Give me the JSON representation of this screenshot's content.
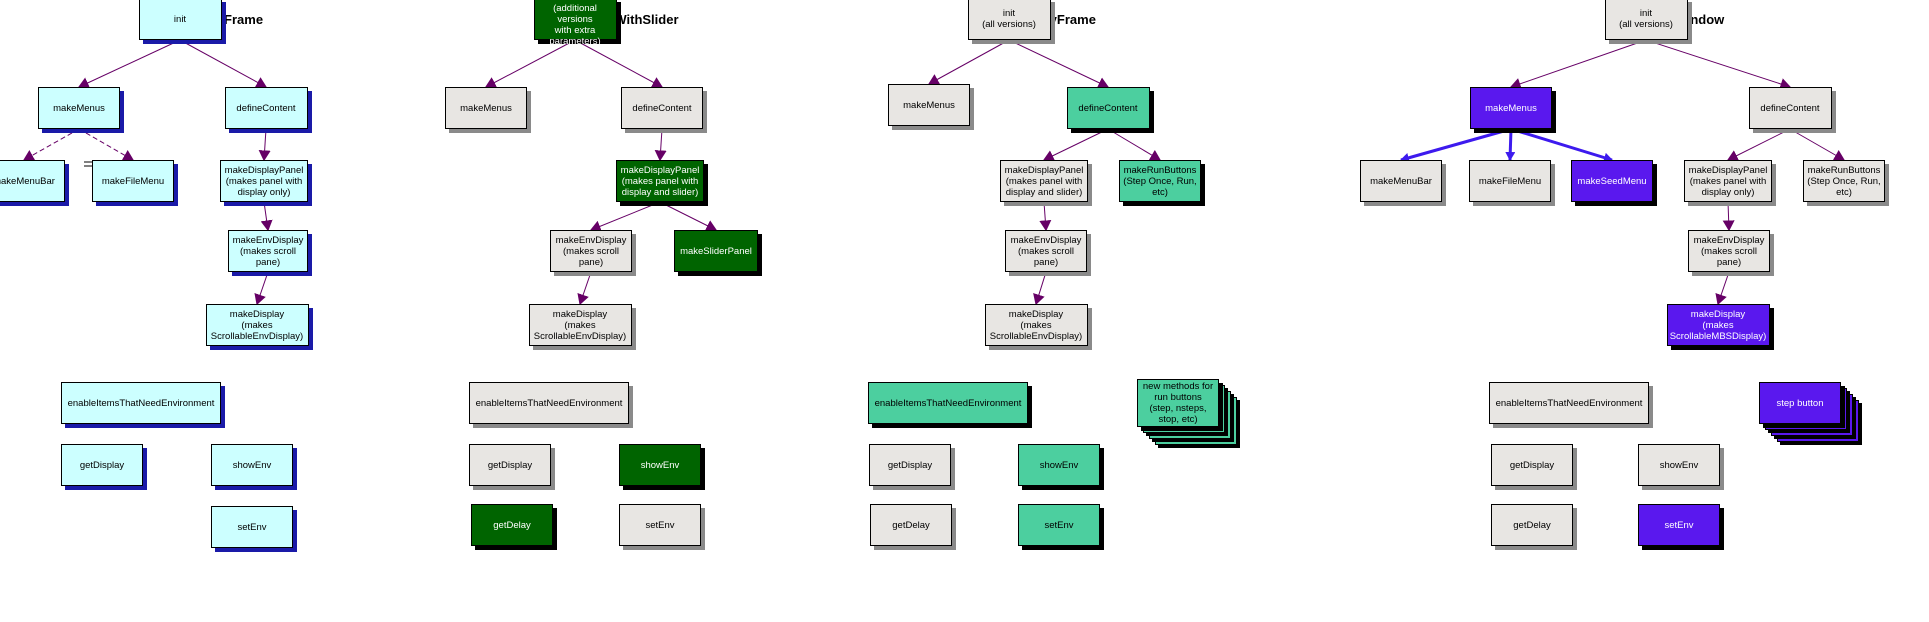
{
  "colors": {
    "light_cyan": "#ccffff",
    "gray": "#e8e6e3",
    "dark_green": "#006400",
    "teal": "#4ccf9f",
    "violet": "#5a18ee",
    "shadow_blue": "#1a1aa8",
    "shadow_gray": "#8a8a8a",
    "edge_purple": "#660066",
    "edge_blue": "#3d1aee"
  },
  "panels": [
    {
      "title": "EnvAppFrame",
      "nodes": [
        {
          "id": "init",
          "label": "init",
          "style": "light_cyan"
        },
        {
          "id": "makeMenus",
          "label": "makeMenus",
          "style": "light_cyan"
        },
        {
          "id": "defineContent",
          "label": "defineContent",
          "style": "light_cyan"
        },
        {
          "id": "makeMenuBar",
          "label": "makeMenuBar",
          "style": "light_cyan"
        },
        {
          "id": "makeFileMenu",
          "label": "makeFileMenu",
          "style": "light_cyan"
        },
        {
          "id": "makeDisplayPanel",
          "label": "makeDisplayPanel\n(makes panel with\ndisplay only)",
          "style": "light_cyan"
        },
        {
          "id": "makeEnvDisplay",
          "label": "makeEnvDisplay\n(makes scroll\npane)",
          "style": "light_cyan"
        },
        {
          "id": "makeDisplay",
          "label": "makeDisplay\n(makes\nScrollableEnvDisplay)",
          "style": "light_cyan"
        },
        {
          "id": "enableItems",
          "label": "enableItemsThatNeedEnvironment",
          "style": "light_cyan"
        },
        {
          "id": "getDisplay",
          "label": "getDisplay",
          "style": "light_cyan"
        },
        {
          "id": "showEnv",
          "label": "showEnv",
          "style": "light_cyan"
        },
        {
          "id": "setEnv",
          "label": "setEnv",
          "style": "light_cyan"
        }
      ]
    },
    {
      "title": "EnvFrameWithSlider",
      "nodes": [
        {
          "id": "init",
          "label": "init\n(additional versions\nwith extra\nparameters)",
          "style": "dark_green"
        },
        {
          "id": "makeMenus",
          "label": "makeMenus",
          "style": "gray"
        },
        {
          "id": "defineContent",
          "label": "defineContent",
          "style": "gray"
        },
        {
          "id": "makeDisplayPanel",
          "label": "makeDisplayPanel\n(makes panel with\ndisplay and slider)",
          "style": "dark_green"
        },
        {
          "id": "makeEnvDisplay",
          "label": "makeEnvDisplay\n(makes scroll\npane)",
          "style": "gray"
        },
        {
          "id": "makeSliderPanel",
          "label": "makeSliderPanel",
          "style": "dark_green"
        },
        {
          "id": "makeDisplay",
          "label": "makeDisplay\n(makes\nScrollableEnvDisplay)",
          "style": "gray"
        },
        {
          "id": "enableItems",
          "label": "enableItemsThatNeedEnvironment",
          "style": "gray"
        },
        {
          "id": "getDisplay",
          "label": "getDisplay",
          "style": "gray"
        },
        {
          "id": "showEnv",
          "label": "showEnv",
          "style": "dark_green"
        },
        {
          "id": "getDelay",
          "label": "getDelay",
          "style": "dark_green"
        },
        {
          "id": "setEnv",
          "label": "setEnv",
          "style": "gray"
        }
      ]
    },
    {
      "title": "ActiveEnvFrame",
      "nodes": [
        {
          "id": "init",
          "label": "init\n(all versions)",
          "style": "gray"
        },
        {
          "id": "makeMenus",
          "label": "makeMenus",
          "style": "gray"
        },
        {
          "id": "defineContent",
          "label": "defineContent",
          "style": "teal"
        },
        {
          "id": "makeDisplayPanel",
          "label": "makeDisplayPanel\n(makes panel with\ndisplay and slider)",
          "style": "gray"
        },
        {
          "id": "makeRunButtons",
          "label": "makeRunButtons\n(Step Once, Run,\netc)",
          "style": "teal"
        },
        {
          "id": "makeEnvDisplay",
          "label": "makeEnvDisplay\n(makes scroll\npane)",
          "style": "gray"
        },
        {
          "id": "makeDisplay",
          "label": "makeDisplay\n(makes\nScrollableEnvDisplay)",
          "style": "gray"
        },
        {
          "id": "enableItems",
          "label": "enableItemsThatNeedEnvironment",
          "style": "teal"
        },
        {
          "id": "newMethods",
          "label": "new methods for\nrun buttons\n(step, nsteps,\nstop, etc)",
          "style": "teal"
        },
        {
          "id": "getDisplay",
          "label": "getDisplay",
          "style": "gray"
        },
        {
          "id": "showEnv",
          "label": "showEnv",
          "style": "teal"
        },
        {
          "id": "getDelay",
          "label": "getDelay",
          "style": "gray"
        },
        {
          "id": "setEnv",
          "label": "setEnv",
          "style": "teal"
        }
      ]
    },
    {
      "title": "MBSWindow",
      "nodes": [
        {
          "id": "init",
          "label": "init\n(all versions)",
          "style": "gray"
        },
        {
          "id": "makeMenus",
          "label": "makeMenus",
          "style": "violet"
        },
        {
          "id": "defineContent",
          "label": "defineContent",
          "style": "gray"
        },
        {
          "id": "makeMenuBar",
          "label": "makeMenuBar",
          "style": "gray"
        },
        {
          "id": "makeFileMenu",
          "label": "makeFileMenu",
          "style": "gray"
        },
        {
          "id": "makeSeedMenu",
          "label": "makeSeedMenu",
          "style": "violet"
        },
        {
          "id": "makeDisplayPanel",
          "label": "makeDisplayPanel\n(makes panel with\ndisplay only)",
          "style": "gray"
        },
        {
          "id": "makeRunButtons",
          "label": "makeRunButtons\n(Step Once, Run,\netc)",
          "style": "gray"
        },
        {
          "id": "makeEnvDisplay",
          "label": "makeEnvDisplay\n(makes scroll\npane)",
          "style": "gray"
        },
        {
          "id": "makeDisplay",
          "label": "makeDisplay\n(makes\nScrollableMBSDisplay)",
          "style": "violet"
        },
        {
          "id": "enableItems",
          "label": "enableItemsThatNeedEnvironment",
          "style": "gray"
        },
        {
          "id": "stepButton",
          "label": "step button",
          "style": "violet"
        },
        {
          "id": "getDisplay",
          "label": "getDisplay",
          "style": "gray"
        },
        {
          "id": "showEnv",
          "label": "showEnv",
          "style": "gray"
        },
        {
          "id": "getDelay",
          "label": "getDelay",
          "style": "gray"
        },
        {
          "id": "setEnv",
          "label": "setEnv",
          "style": "violet"
        }
      ]
    }
  ],
  "edges": [
    {
      "panel": 0,
      "from": "init",
      "to": "makeMenus",
      "kind": "solid"
    },
    {
      "panel": 0,
      "from": "init",
      "to": "defineContent",
      "kind": "solid"
    },
    {
      "panel": 0,
      "from": "makeMenus",
      "to": "makeMenuBar",
      "kind": "dashed"
    },
    {
      "panel": 0,
      "from": "makeMenus",
      "to": "makeFileMenu",
      "kind": "dashed"
    },
    {
      "panel": 0,
      "from": "defineContent",
      "to": "makeDisplayPanel",
      "kind": "solid"
    },
    {
      "panel": 0,
      "from": "makeDisplayPanel",
      "to": "makeEnvDisplay",
      "kind": "solid"
    },
    {
      "panel": 0,
      "from": "makeEnvDisplay",
      "to": "makeDisplay",
      "kind": "solid"
    },
    {
      "panel": 1,
      "from": "init",
      "to": "makeMenus",
      "kind": "solid"
    },
    {
      "panel": 1,
      "from": "init",
      "to": "defineContent",
      "kind": "solid"
    },
    {
      "panel": 1,
      "from": "defineContent",
      "to": "makeDisplayPanel",
      "kind": "solid"
    },
    {
      "panel": 1,
      "from": "makeDisplayPanel",
      "to": "makeEnvDisplay",
      "kind": "solid"
    },
    {
      "panel": 1,
      "from": "makeDisplayPanel",
      "to": "makeSliderPanel",
      "kind": "solid"
    },
    {
      "panel": 1,
      "from": "makeEnvDisplay",
      "to": "makeDisplay",
      "kind": "solid"
    },
    {
      "panel": 2,
      "from": "init",
      "to": "makeMenus",
      "kind": "solid"
    },
    {
      "panel": 2,
      "from": "init",
      "to": "defineContent",
      "kind": "solid"
    },
    {
      "panel": 2,
      "from": "defineContent",
      "to": "makeDisplayPanel",
      "kind": "solid"
    },
    {
      "panel": 2,
      "from": "defineContent",
      "to": "makeRunButtons",
      "kind": "solid"
    },
    {
      "panel": 2,
      "from": "makeDisplayPanel",
      "to": "makeEnvDisplay",
      "kind": "solid"
    },
    {
      "panel": 2,
      "from": "makeEnvDisplay",
      "to": "makeDisplay",
      "kind": "solid"
    },
    {
      "panel": 3,
      "from": "init",
      "to": "makeMenus",
      "kind": "solid"
    },
    {
      "panel": 3,
      "from": "init",
      "to": "defineContent",
      "kind": "solid"
    },
    {
      "panel": 3,
      "from": "makeMenus",
      "to": "makeMenuBar",
      "kind": "bold"
    },
    {
      "panel": 3,
      "from": "makeMenus",
      "to": "makeFileMenu",
      "kind": "bold"
    },
    {
      "panel": 3,
      "from": "makeMenus",
      "to": "makeSeedMenu",
      "kind": "bold"
    },
    {
      "panel": 3,
      "from": "defineContent",
      "to": "makeDisplayPanel",
      "kind": "solid"
    },
    {
      "panel": 3,
      "from": "defineContent",
      "to": "makeRunButtons",
      "kind": "solid"
    },
    {
      "panel": 3,
      "from": "makeDisplayPanel",
      "to": "makeEnvDisplay",
      "kind": "solid"
    },
    {
      "panel": 3,
      "from": "makeEnvDisplay",
      "to": "makeDisplay",
      "kind": "solid"
    }
  ]
}
